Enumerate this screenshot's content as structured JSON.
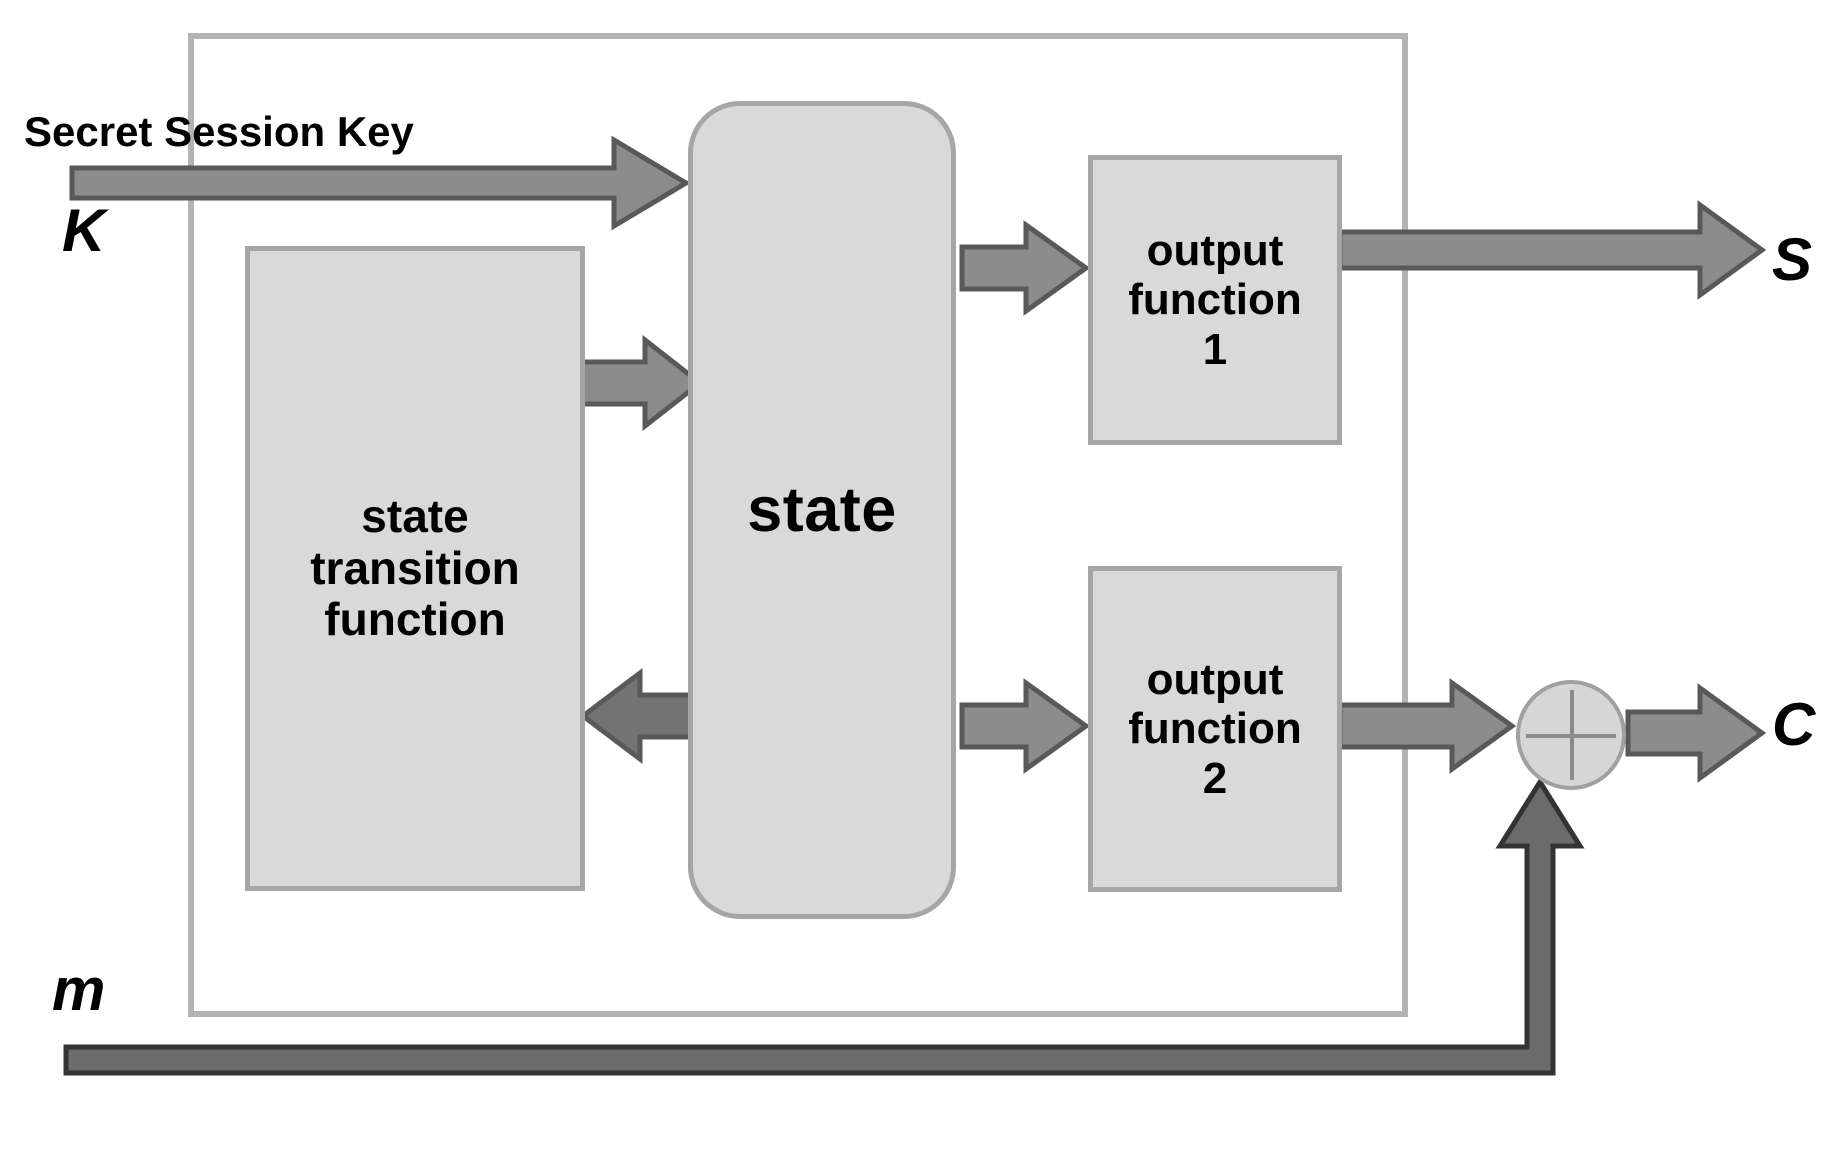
{
  "diagram": {
    "title_label": "Secret  Session Key",
    "blocks": {
      "state_transition": "state\ntransition\nfunction",
      "state": "state",
      "output_function_1": "output\nfunction\n1",
      "output_function_2": "output\nfunction\n2"
    },
    "labels": {
      "key": "K",
      "keystream": "S",
      "ciphertext": "C",
      "message": "m"
    },
    "operators": {
      "xor": "xor-operator"
    },
    "colors": {
      "box_fill": "#d9d9d9",
      "box_border": "#a6a6a6",
      "frame_border": "#b3b3b3",
      "arrow_fill": "#808080",
      "arrow_border": "#4d4d4d",
      "arrow_dark_fill": "#666666",
      "text": "#000000"
    }
  }
}
